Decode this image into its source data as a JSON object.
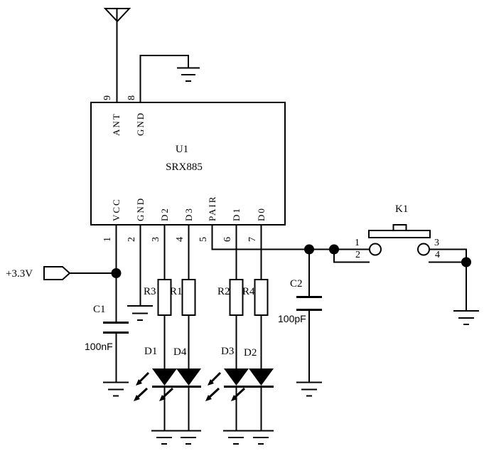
{
  "colors": {
    "wire": "#000000",
    "background": "#ffffff",
    "component_fill": "#ffffff"
  },
  "power_flag": {
    "label": "+3.3V"
  },
  "ic": {
    "ref": "U1",
    "part": "SRX885",
    "pins": {
      "p9": {
        "num": "9",
        "name": "ANT"
      },
      "p8": {
        "num": "8",
        "name": "GND"
      },
      "p1": {
        "num": "1",
        "name": "VCC"
      },
      "p2": {
        "num": "2",
        "name": "GND"
      },
      "p3": {
        "num": "3",
        "name": "D2"
      },
      "p4": {
        "num": "4",
        "name": "D3"
      },
      "p5": {
        "num": "5",
        "name": "PAIR"
      },
      "p6": {
        "num": "6",
        "name": "D1"
      },
      "p7": {
        "num": "7",
        "name": "D0"
      }
    }
  },
  "capacitors": {
    "c1": {
      "ref": "C1",
      "value": "100nF"
    },
    "c2": {
      "ref": "C2",
      "value": "100pF"
    }
  },
  "resistors": {
    "r3": {
      "ref": "R3"
    },
    "r1": {
      "ref": "R1"
    },
    "r2": {
      "ref": "R2"
    },
    "r4": {
      "ref": "R4"
    }
  },
  "leds": {
    "d1": {
      "ref": "D1"
    },
    "d4": {
      "ref": "D4"
    },
    "d3": {
      "ref": "D3"
    },
    "d2": {
      "ref": "D2"
    }
  },
  "pushbutton": {
    "ref": "K1",
    "pins": {
      "p1": "1",
      "p2": "2",
      "p3": "3",
      "p4": "4"
    }
  },
  "icons": {
    "antenna": "antenna-icon",
    "ground": "ground-icon",
    "power_flag": "power-flag-icon",
    "led": "led-icon",
    "resistor": "resistor-icon",
    "capacitor": "capacitor-icon",
    "pushbutton": "pushbutton-icon",
    "junction": "junction-dot"
  }
}
